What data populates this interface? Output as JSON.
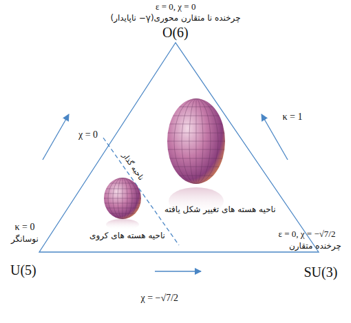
{
  "diagram": {
    "labels": [
      "ε = 0, χ = 0",
      "چرخنده نا متقارن محوری(γ− ناپایدار)",
      "O(6)",
      "χ = 0",
      "κ = 1",
      "ناحیه گذار",
      "ناحیه هسته های تغییر شکل یافته",
      "ناحیه هسته های کروی",
      "κ = 0",
      "نوسانگر",
      "U(5)",
      "ε = 0, χ = −√7/2",
      "چرخنده متقارن",
      "χ = −√7/2",
      "SU(3)"
    ]
  }
}
